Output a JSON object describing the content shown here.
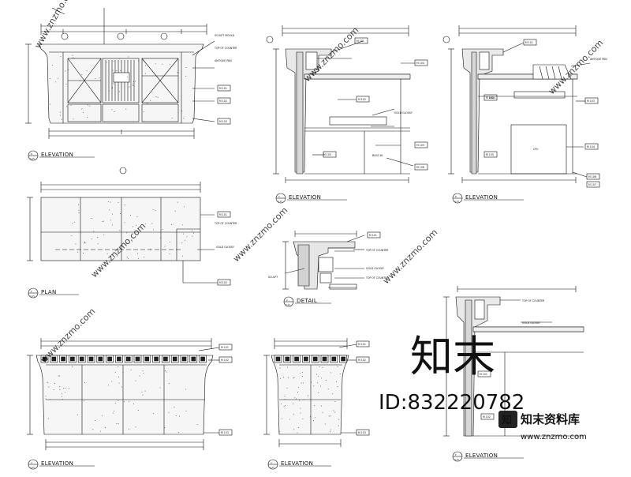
{
  "sheet": {
    "colors": {
      "ink": "#111111",
      "stone": "#f2f2f2",
      "watermark": "#c8c8c8",
      "wm_dark": "#9a9a9a"
    }
  },
  "drawings": {
    "elev_b": {
      "title": "ELEVATION",
      "marker_letter": "B",
      "marker_sheet": "3-15"
    },
    "plan": {
      "title": "PLAN",
      "marker_letter": "E",
      "marker_sheet": "3-15"
    },
    "elev_c": {
      "title": "ELEVATION",
      "marker_letter": "C",
      "marker_sheet": "3-15"
    },
    "elev_d": {
      "title": "ELEVATION",
      "marker_letter": "D",
      "marker_sheet": "3-15"
    },
    "detail": {
      "title": "DETAIL",
      "marker_letter": "A",
      "marker_sheet": "3-15"
    },
    "elev_a": {
      "title": "ELEVATION",
      "marker_letter": "A",
      "marker_sheet": "3-15"
    },
    "elev_a2": {
      "title": "ELEVATION",
      "marker_letter": "A",
      "marker_sheet": "3-15"
    },
    "elev_e": {
      "title": "ELEVATION",
      "marker_letter": "E",
      "marker_sheet": "3-15"
    }
  },
  "watermark": {
    "logo_text": "知末",
    "id_text": "ID:832220782",
    "brand_name": "知末资料库",
    "brand_url": "www.znzmo.com",
    "diag_text": "www.znzmo.com"
  }
}
